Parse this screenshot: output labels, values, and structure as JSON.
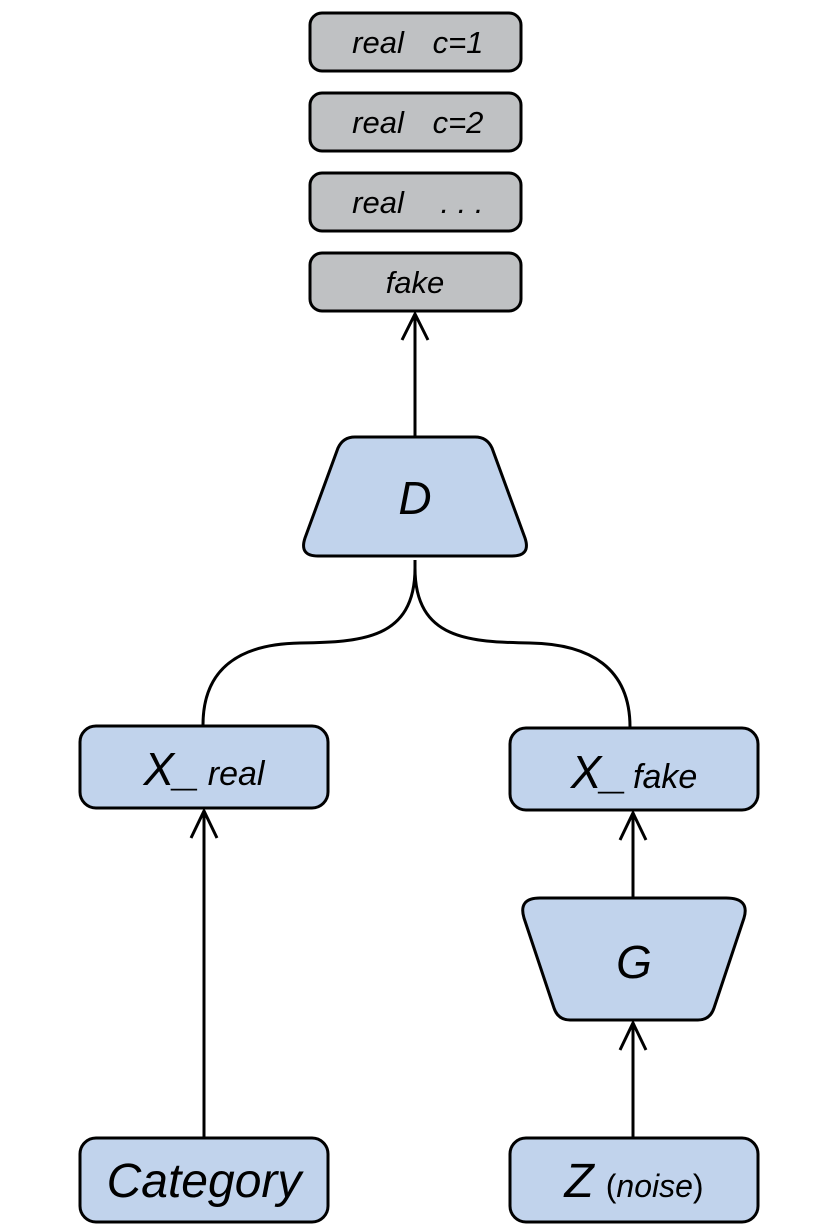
{
  "outputs": [
    {
      "main": "real",
      "detail": "c=1"
    },
    {
      "main": "real",
      "detail": ". . ."
    },
    {
      "main": "fake",
      "detail": ""
    }
  ],
  "outputs_full": [
    {
      "main": "real",
      "detail": "c=1"
    },
    {
      "main": "real",
      "detail": "c=2"
    },
    {
      "main": "real",
      "detail": ". . ."
    },
    {
      "main": "fake",
      "detail": ""
    }
  ],
  "discriminator": {
    "label": "D"
  },
  "generator": {
    "label": "G"
  },
  "x_real": {
    "symbol": "X_",
    "sub": "real"
  },
  "x_fake": {
    "symbol": "X_",
    "sub": "fake"
  },
  "category": {
    "label": "Category"
  },
  "noise": {
    "symbol": "Z",
    "paren_open": "(",
    "word": "noise",
    "paren_close": ")"
  },
  "colors": {
    "output_fill": "#bfc1c3",
    "node_fill": "#c1d3ec",
    "stroke": "#000000"
  }
}
